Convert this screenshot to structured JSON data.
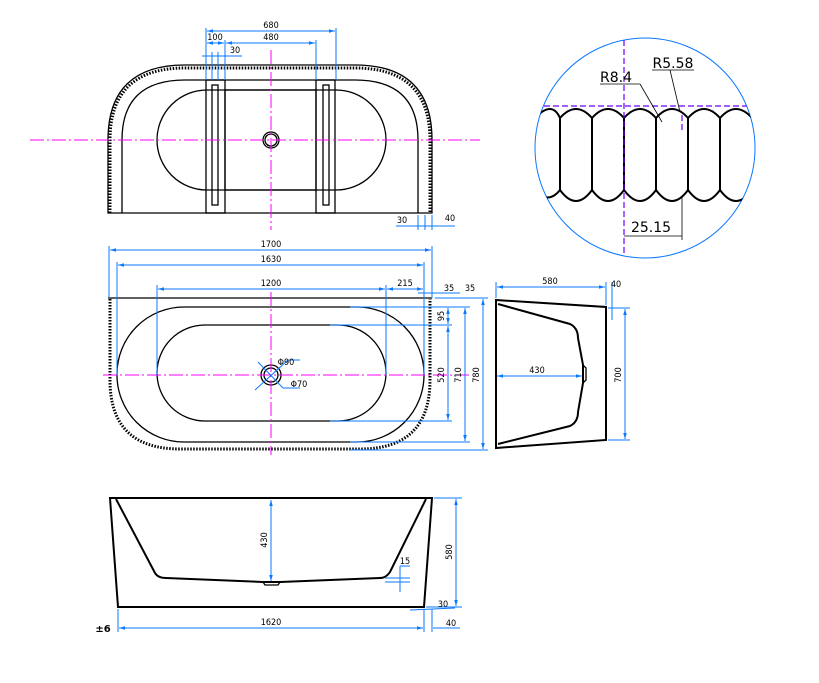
{
  "title": "Freestanding bathtub technical drawing",
  "colors": {
    "dimension": "#0a78ff",
    "centerline": "#ff00ff",
    "outline": "#000000"
  },
  "top_view": {
    "d680": "680",
    "d100": "100",
    "d480": "480",
    "d30": "30",
    "d30b": "30",
    "d40": "40"
  },
  "detail": {
    "r1": "R8.4",
    "r2": "R5.58",
    "pitch": "25.15"
  },
  "plan_view": {
    "d1700": "1700",
    "d1630": "1630",
    "d1200": "1200",
    "d215": "215",
    "d35a": "35",
    "d35b": "35",
    "d95": "95",
    "d520": "520",
    "d710": "710",
    "d780": "780",
    "drain_outer": "Φ90",
    "drain_inner": "Φ70"
  },
  "side_view": {
    "d580": "580",
    "d40": "40",
    "d700": "700",
    "d430": "430"
  },
  "front_view": {
    "d430": "430",
    "d580": "580",
    "d15": "15",
    "d30": "30",
    "d1620": "1620",
    "d40": "40",
    "tolerance": "±6"
  }
}
